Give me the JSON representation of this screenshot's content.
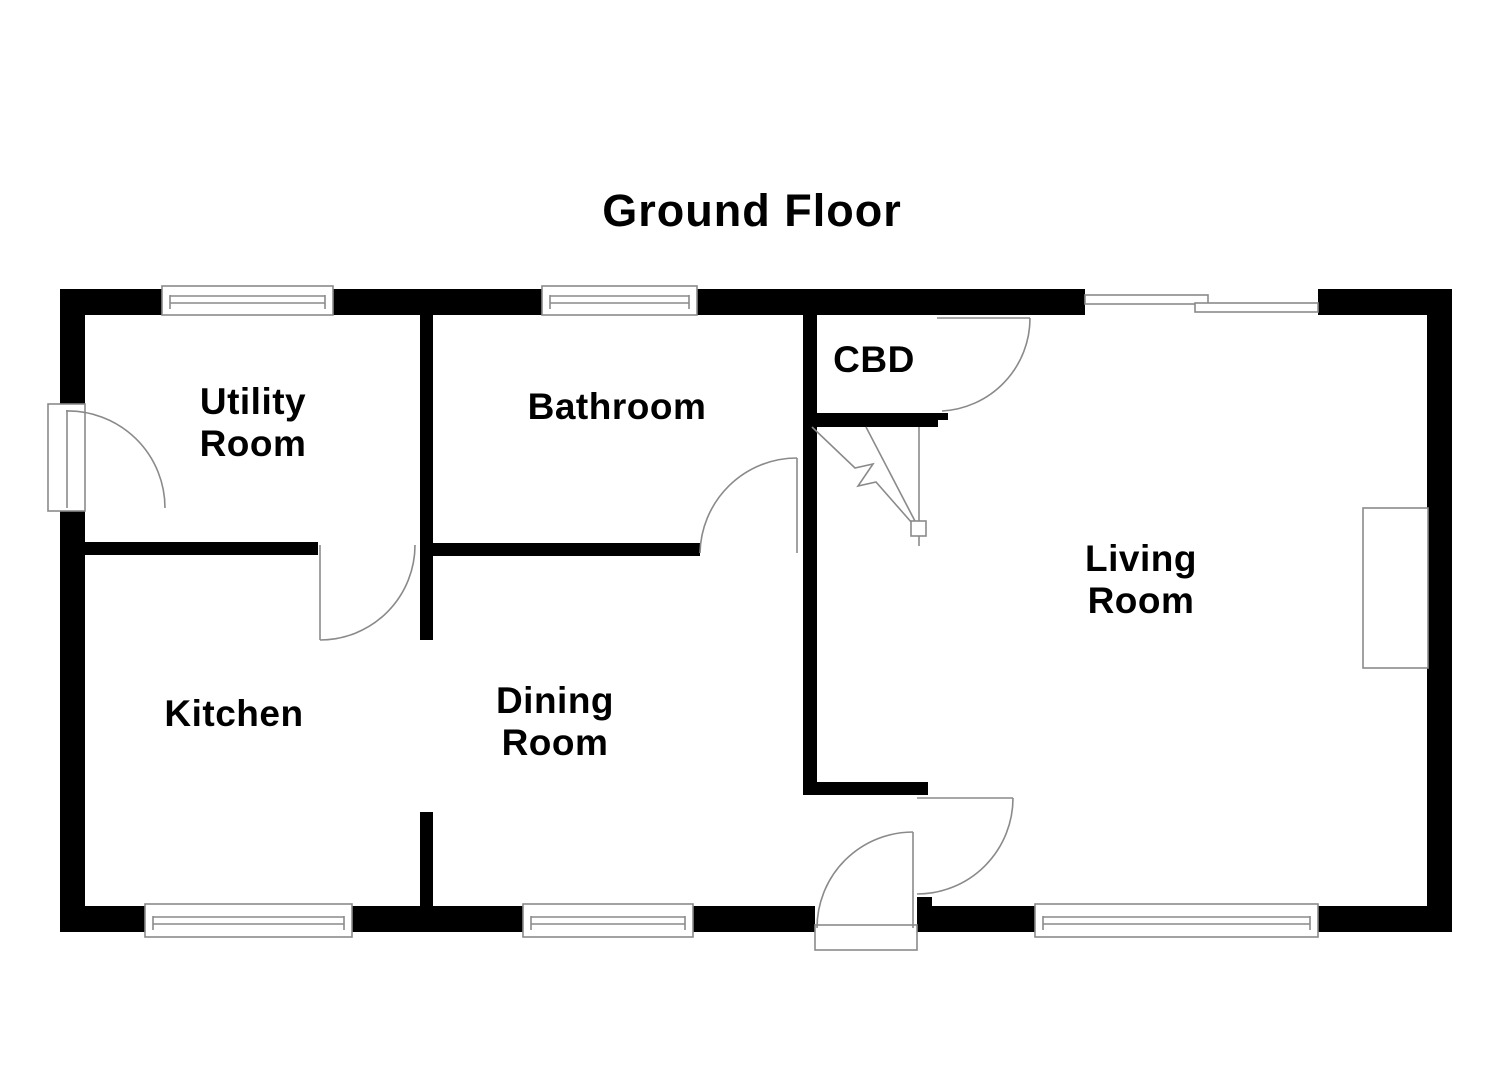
{
  "title": "Ground Floor",
  "rooms": {
    "utility": "Utility\nRoom",
    "bathroom": "Bathroom",
    "cbd": "CBD",
    "living": "Living\nRoom",
    "kitchen": "Kitchen",
    "dining": "Dining\nRoom"
  },
  "features": {
    "windows": [
      "utility-window",
      "bathroom-window",
      "kitchen-window",
      "dining-window",
      "living-window"
    ],
    "doors": [
      "utility-exterior-door",
      "utility-kitchen-door",
      "bathroom-door",
      "cbd-door",
      "living-room-door",
      "front-door",
      "patio-sliding-door"
    ],
    "stairs": "stairs-up-arrow",
    "fireplace": "chimney-breast"
  },
  "colors": {
    "wall": "#000000",
    "feature_line": "#8a8a8a",
    "text": "#000000",
    "background": "#ffffff"
  }
}
